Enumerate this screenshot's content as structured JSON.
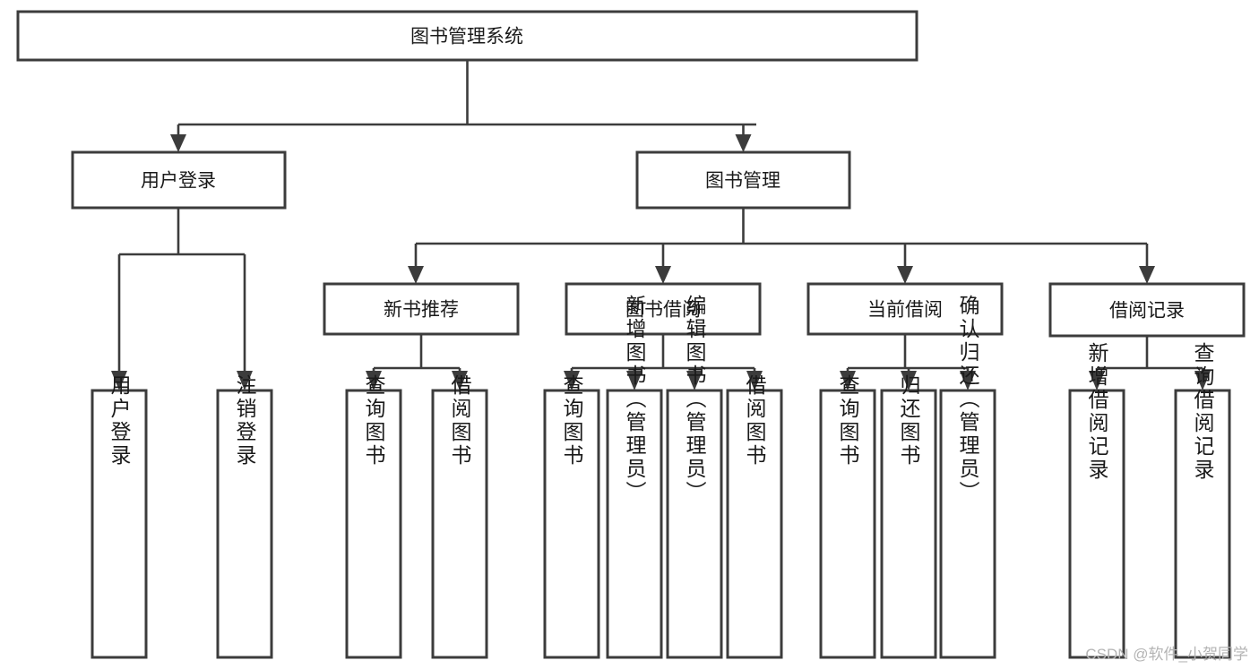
{
  "diagram": {
    "title": "图书管理系统",
    "type": "tree-hierarchy-chart",
    "colors": {
      "box_stroke": "#3c3c3c",
      "box_fill": "#ffffff",
      "connector": "#3c3c3c",
      "text": "#1a1a1a",
      "watermark": "#b4b4b4",
      "background": "#ffffff"
    },
    "root": {
      "label": "图书管理系统"
    },
    "level2": [
      {
        "label": "用户登录"
      },
      {
        "label": "图书管理"
      }
    ],
    "level3": [
      {
        "label": "新书推荐"
      },
      {
        "label": "图书借阅"
      },
      {
        "label": "当前借阅"
      },
      {
        "label": "借阅记录"
      }
    ],
    "leaves": {
      "user_login": [
        {
          "label": "用户登录"
        },
        {
          "label": "注销登录"
        }
      ],
      "new_book_recommend": [
        {
          "label": "查询图书"
        },
        {
          "label": "借阅图书"
        }
      ],
      "book_borrow": [
        {
          "label": "查询图书"
        },
        {
          "label": "新增图书（管理员）"
        },
        {
          "label": "编辑图书（管理员）"
        },
        {
          "label": "借阅图书"
        }
      ],
      "current_borrow": [
        {
          "label": "查询图书"
        },
        {
          "label": "归还图书"
        },
        {
          "label": "确认归还（管理员）"
        }
      ],
      "borrow_record": [
        {
          "label": "新增借阅记录"
        },
        {
          "label": "查询借阅记录"
        }
      ]
    }
  },
  "watermark": {
    "text": "CSDN @软件_小贺同学"
  }
}
